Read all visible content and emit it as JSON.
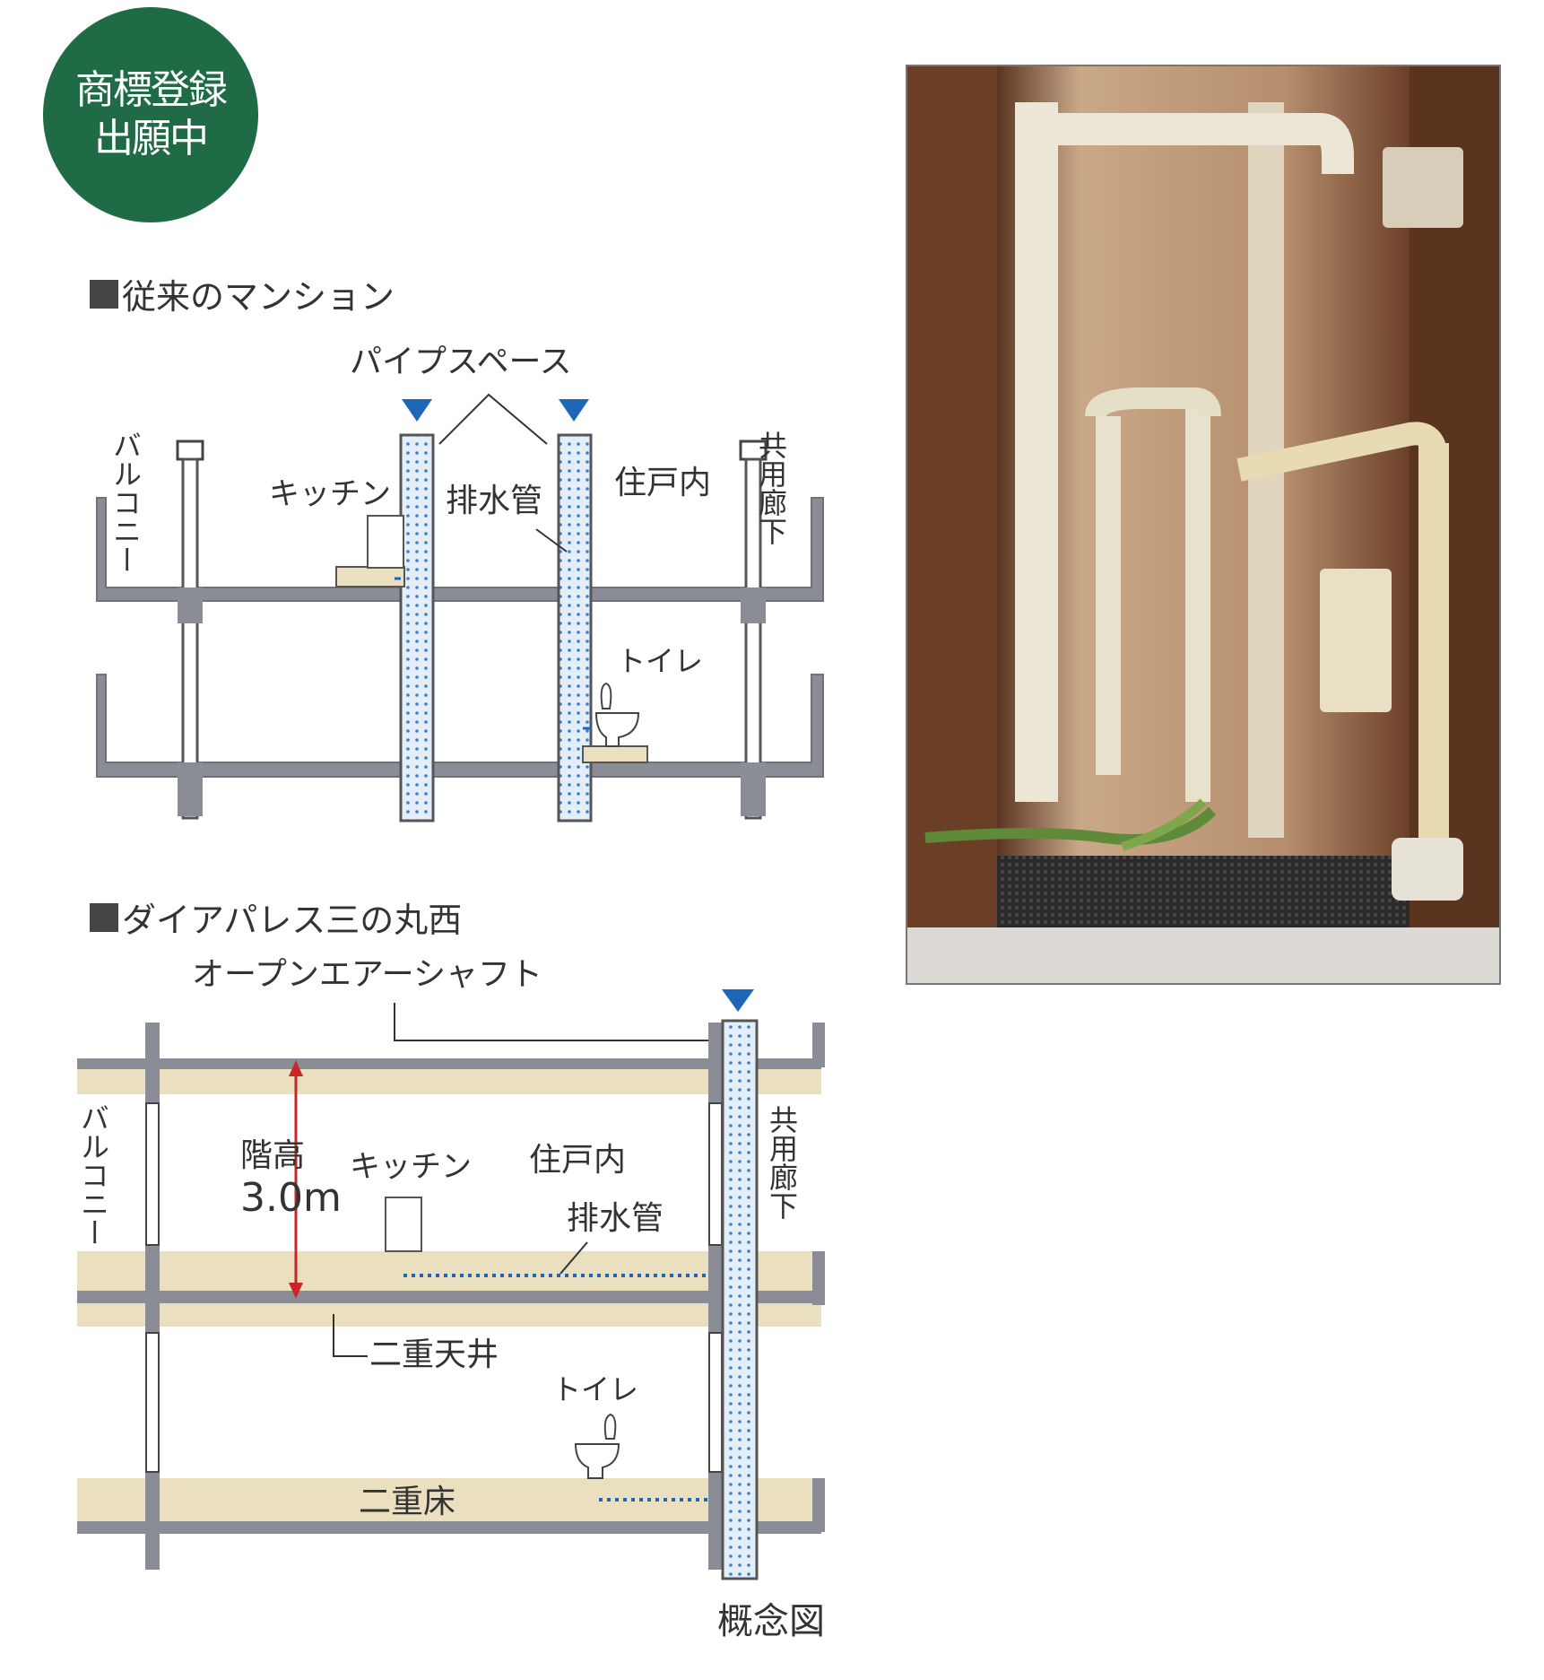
{
  "badge": {
    "line1": "商標登録",
    "line2": "出願中",
    "color": "#1f6b45"
  },
  "diagram1": {
    "title": "従来のマンション",
    "pipe_space": "パイプスペース",
    "balcony": "バルコニー",
    "kitchen": "キッチン",
    "drain_pipe": "排水管",
    "unit_interior": "住戸内",
    "corridor": "共用廊下",
    "toilet": "トイレ"
  },
  "diagram2": {
    "title": "ダイアパレス三の丸西",
    "shaft": "オープンエアーシャフト",
    "balcony": "バルコニー",
    "floor_height_label": "階高",
    "floor_height_value": "3.0m",
    "kitchen": "キッチン",
    "unit_interior": "住戸内",
    "drain_pipe": "排水管",
    "corridor": "共用廊下",
    "double_ceiling": "二重天井",
    "toilet": "トイレ",
    "double_floor": "二重床"
  },
  "caption": "概念図",
  "colors": {
    "slab": "#8a8d96",
    "beige": "#eadfbf",
    "pipe_blue": "#1e66b8",
    "arrow_red": "#c8262a"
  }
}
